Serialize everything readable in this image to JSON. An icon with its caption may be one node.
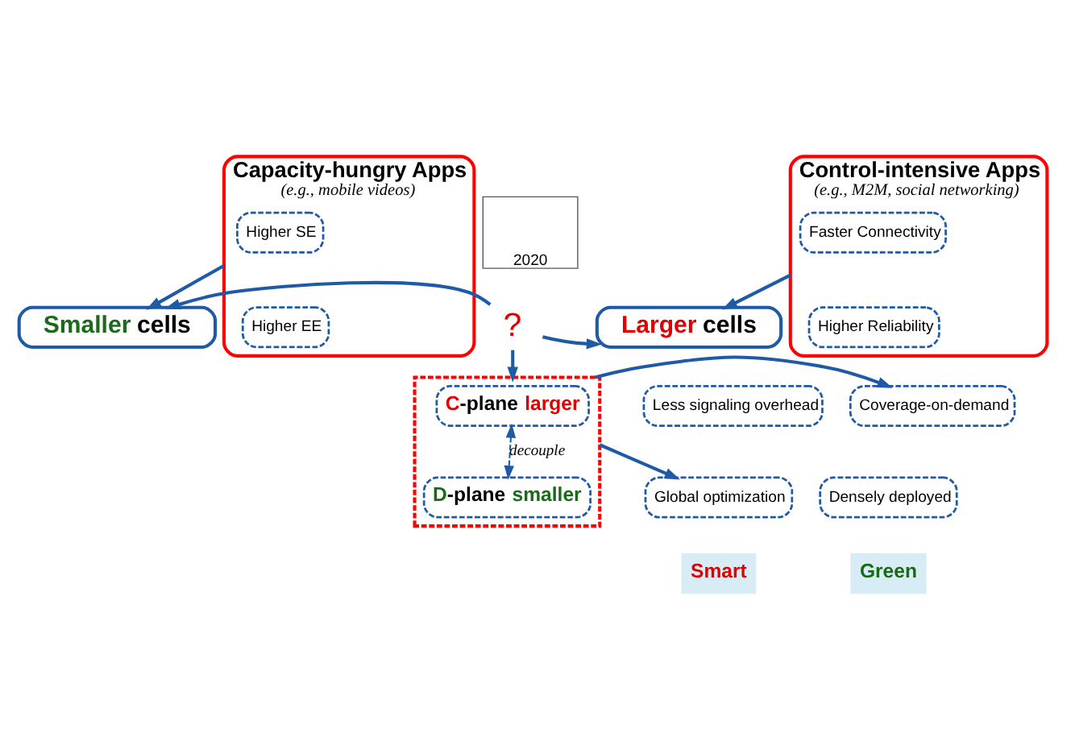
{
  "diagram": {
    "nodes": [
      {
        "text": [
          "Capacity-hungry Apps",
          "(e.g., mobile videos)"
        ]
      },
      {
        "text": [
          "Higher SE"
        ],
        "in": 0
      },
      {
        "text": [
          "Higher EE"
        ],
        "in": 0
      },
      {
        "text": [
          "Control-intensive Apps",
          "(e.g., M2M, social networking)"
        ]
      },
      {
        "text": [
          "Faster Connectivity"
        ],
        "in": 3
      },
      {
        "text": [
          "Higher Reliability"
        ],
        "in": 3
      },
      {
        "text": [
          "2020"
        ]
      },
      {
        "text": [
          "Smaller cells"
        ]
      },
      {
        "text": [
          "Larger cells"
        ]
      },
      {
        "text": [
          "?"
        ]
      },
      {
        "text": [],
        "shape": "box"
      },
      {
        "text": [
          "C-plane larger"
        ],
        "in": 10
      },
      {
        "text": [
          "D-plane smaller"
        ],
        "in": 10
      },
      {
        "text": [
          "Less signaling overhead"
        ]
      },
      {
        "text": [
          "Global optimization"
        ]
      },
      {
        "text": [
          "Smart"
        ]
      },
      {
        "text": [
          "Coverage-on-demand"
        ]
      },
      {
        "text": [
          "Densely deployed"
        ]
      },
      {
        "text": [
          "Green"
        ]
      }
    ],
    "edges": [
      {
        "from": 0,
        "to": 7,
        "arrow": "to"
      },
      {
        "from": 3,
        "to": 8,
        "arrow": "to"
      },
      {
        "from": 9,
        "to": 7,
        "arrow": "to"
      },
      {
        "from": 9,
        "to": 8,
        "arrow": "to"
      },
      {
        "from": 9,
        "to": 10,
        "arrow": "to"
      },
      {
        "from": 11,
        "to": 12,
        "arrow": "both",
        "label": "decouple",
        "style": "dashed"
      },
      {
        "from": 10,
        "to": 14,
        "arrow": "to"
      },
      {
        "from": 10,
        "to": 16,
        "arrow": "to"
      }
    ]
  }
}
